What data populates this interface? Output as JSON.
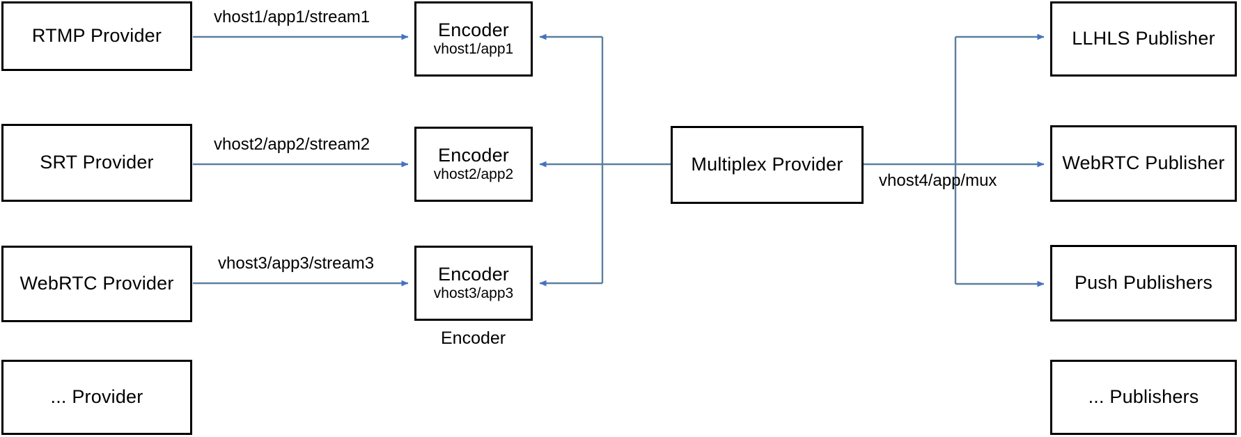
{
  "diagram": {
    "title": "OvenMediaEngine Multiplex Provider pipeline",
    "colors": {
      "line": "#5b7f9e",
      "arrowhead": "#4472C4",
      "box_border": "#000000",
      "box_fill": "#ffffff",
      "text": "#000000"
    },
    "providers": [
      {
        "label": "RTMP Provider"
      },
      {
        "label": "SRT Provider"
      },
      {
        "label": "WebRTC Provider"
      },
      {
        "label": "... Provider"
      }
    ],
    "encoders": [
      {
        "title": "Encoder",
        "sub": "vhost1/app1"
      },
      {
        "title": "Encoder",
        "sub": "vhost2/app2"
      },
      {
        "title": "Encoder",
        "sub": "vhost3/app3"
      }
    ],
    "encoder_group_label": "Encoder",
    "multiplex": {
      "label": "Multiplex Provider"
    },
    "publishers": [
      {
        "label": "LLHLS Publisher"
      },
      {
        "label": "WebRTC Publisher"
      },
      {
        "label": "Push Publishers"
      },
      {
        "label": "... Publishers"
      }
    ],
    "stream_labels": [
      {
        "text": "vhost1/app1/stream1"
      },
      {
        "text": "vhost2/app2/stream2"
      },
      {
        "text": "vhost3/app3/stream3"
      }
    ],
    "mux_output_label": "vhost4/app/mux"
  }
}
